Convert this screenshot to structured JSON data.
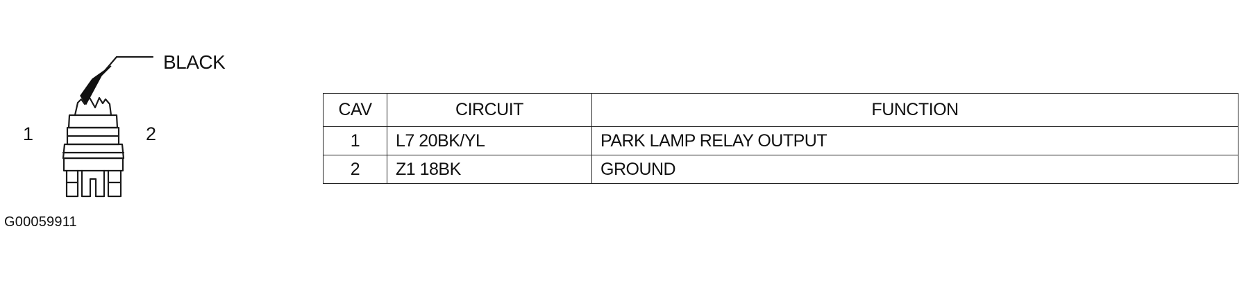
{
  "connector": {
    "color_label": "BLACK",
    "pin_labels": [
      "1",
      "2"
    ],
    "figure_id": "G00059911"
  },
  "table": {
    "headers": {
      "cav": "CAV",
      "circuit": "CIRCUIT",
      "function": "FUNCTION"
    },
    "rows": [
      {
        "cav": "1",
        "circuit": "L7 20BK/YL",
        "function": "PARK LAMP RELAY OUTPUT"
      },
      {
        "cav": "2",
        "circuit": "Z1 18BK",
        "function": "GROUND"
      }
    ]
  },
  "colors": {
    "ink": "#111111",
    "background": "#ffffff"
  }
}
